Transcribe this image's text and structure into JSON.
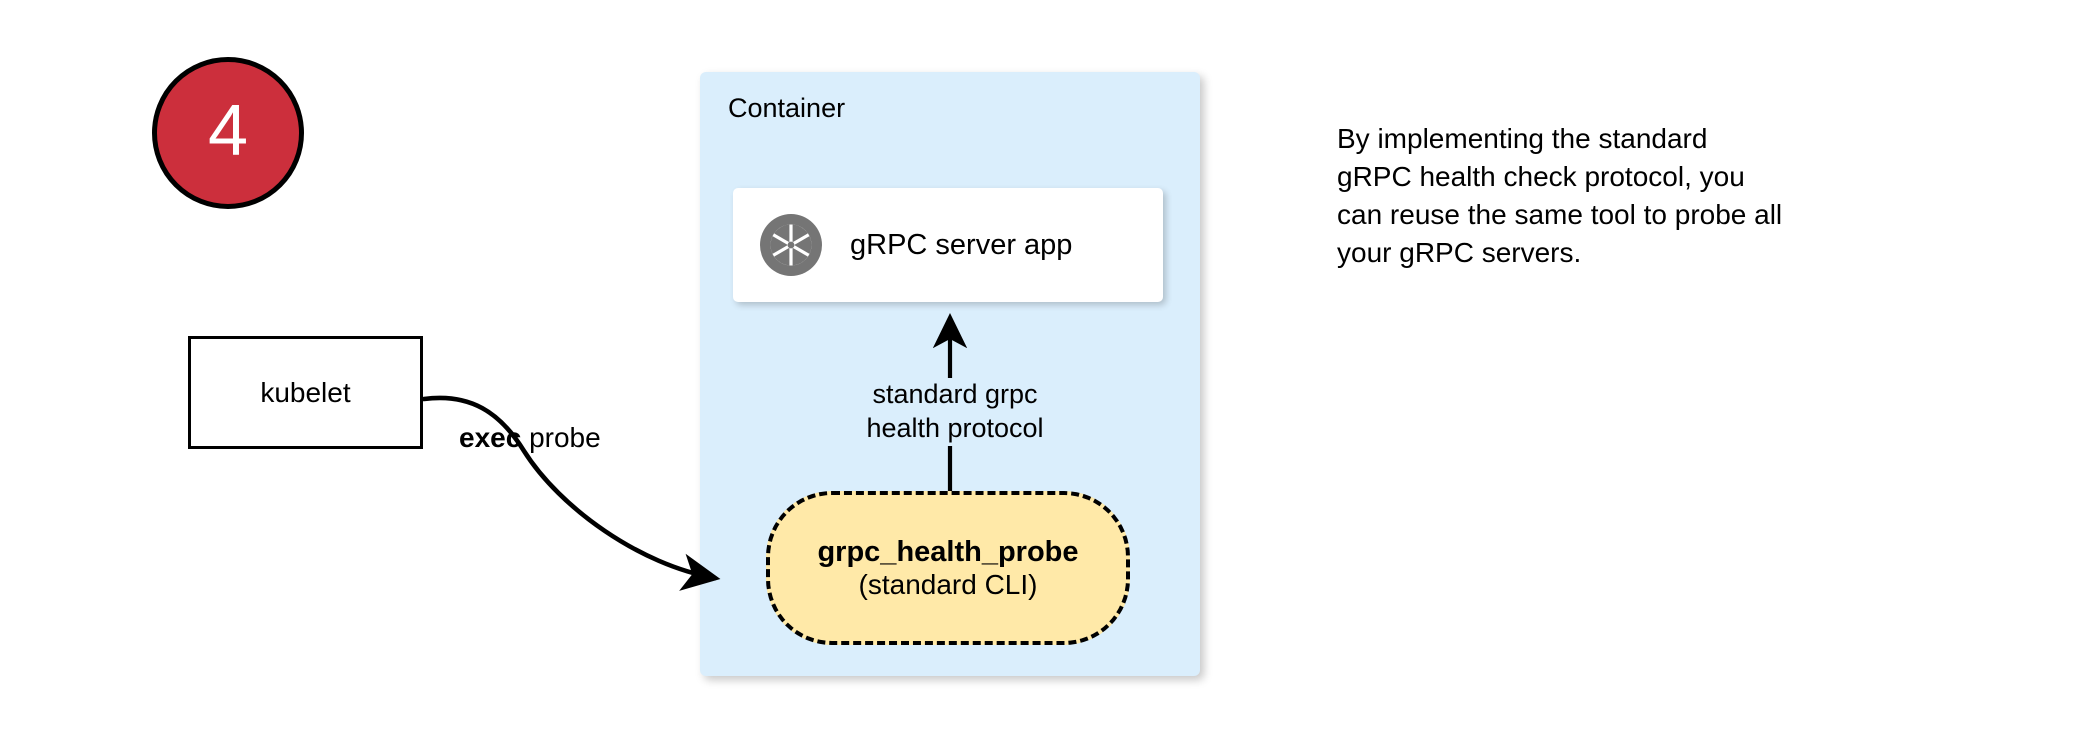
{
  "step": {
    "number": "4",
    "circle_fill": "#cc2f3c",
    "circle_border": "#000000",
    "number_color": "#ffffff"
  },
  "container": {
    "title": "Container",
    "fill": "#daeefc"
  },
  "server_card": {
    "label": "gRPC server app",
    "icon": "grpc-aperture-icon",
    "icon_color": "#757575",
    "fill": "#ffffff"
  },
  "kubelet": {
    "label": "kubelet",
    "fill": "#ffffff",
    "border": "#000000"
  },
  "edges": {
    "exec_probe": {
      "keyword": "exec",
      "rest": " probe"
    },
    "protocol": {
      "line1": "standard grpc",
      "line2": "health protocol"
    }
  },
  "probe": {
    "title": "grpc_health_probe",
    "subtitle": "(standard CLI)",
    "fill": "#ffe9a8",
    "border": "#000000",
    "border_style": "dashed"
  },
  "description": {
    "line1": "By implementing the standard",
    "line2": "gRPC health check protocol, you",
    "line3": "can reuse the same tool to probe all",
    "line4": "your gRPC servers."
  }
}
